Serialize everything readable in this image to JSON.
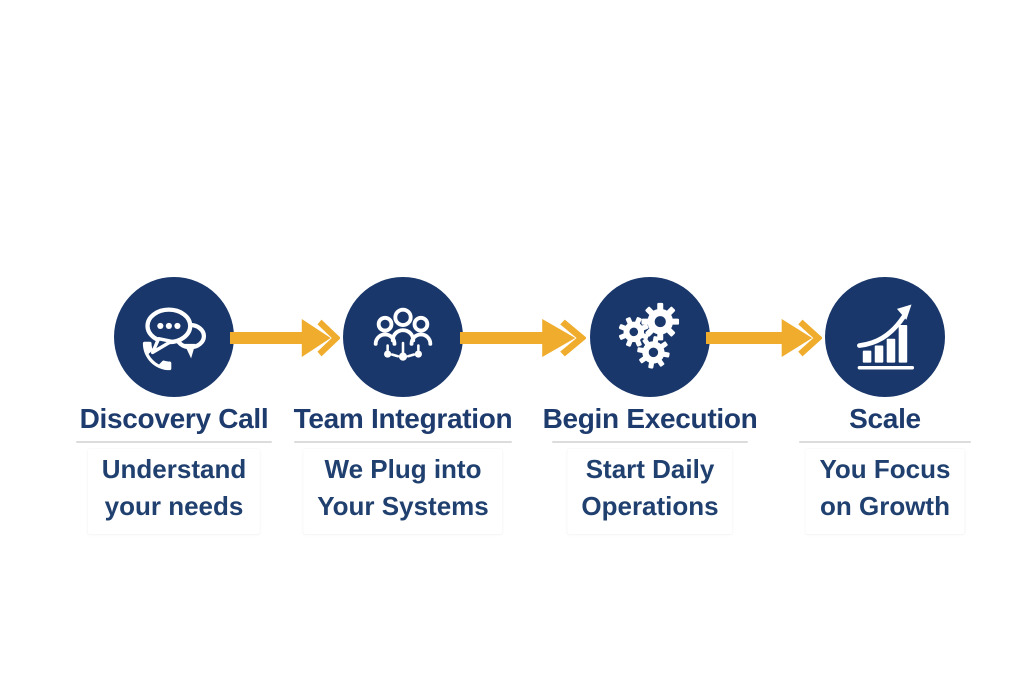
{
  "diagram": {
    "type": "process-flow",
    "step_count": 4,
    "colors": {
      "circle_fill": "#19376A",
      "arrow_gold": "#EFAC2D",
      "title_text": "#1E3B6D",
      "subtitle_text": "#20406F",
      "divider_line": "#DCDCDC",
      "icon_color": "#FFFFFF",
      "background": "#FFFFFF"
    },
    "steps": [
      {
        "icon": "chat-phone-icon",
        "title": "Discovery Call",
        "subtitle_line1": "Understand",
        "subtitle_line2": "your needs"
      },
      {
        "icon": "team-network-icon",
        "title": "Team Integration",
        "subtitle_line1": "We Plug into",
        "subtitle_line2": "Your Systems"
      },
      {
        "icon": "gears-icon",
        "title": "Begin Execution",
        "subtitle_line1": "Start Daily",
        "subtitle_line2": "Operations"
      },
      {
        "icon": "growth-chart-icon",
        "title": "Scale",
        "subtitle_line1": "You Focus",
        "subtitle_line2": "on Growth"
      }
    ],
    "connector": "arrow-right"
  }
}
